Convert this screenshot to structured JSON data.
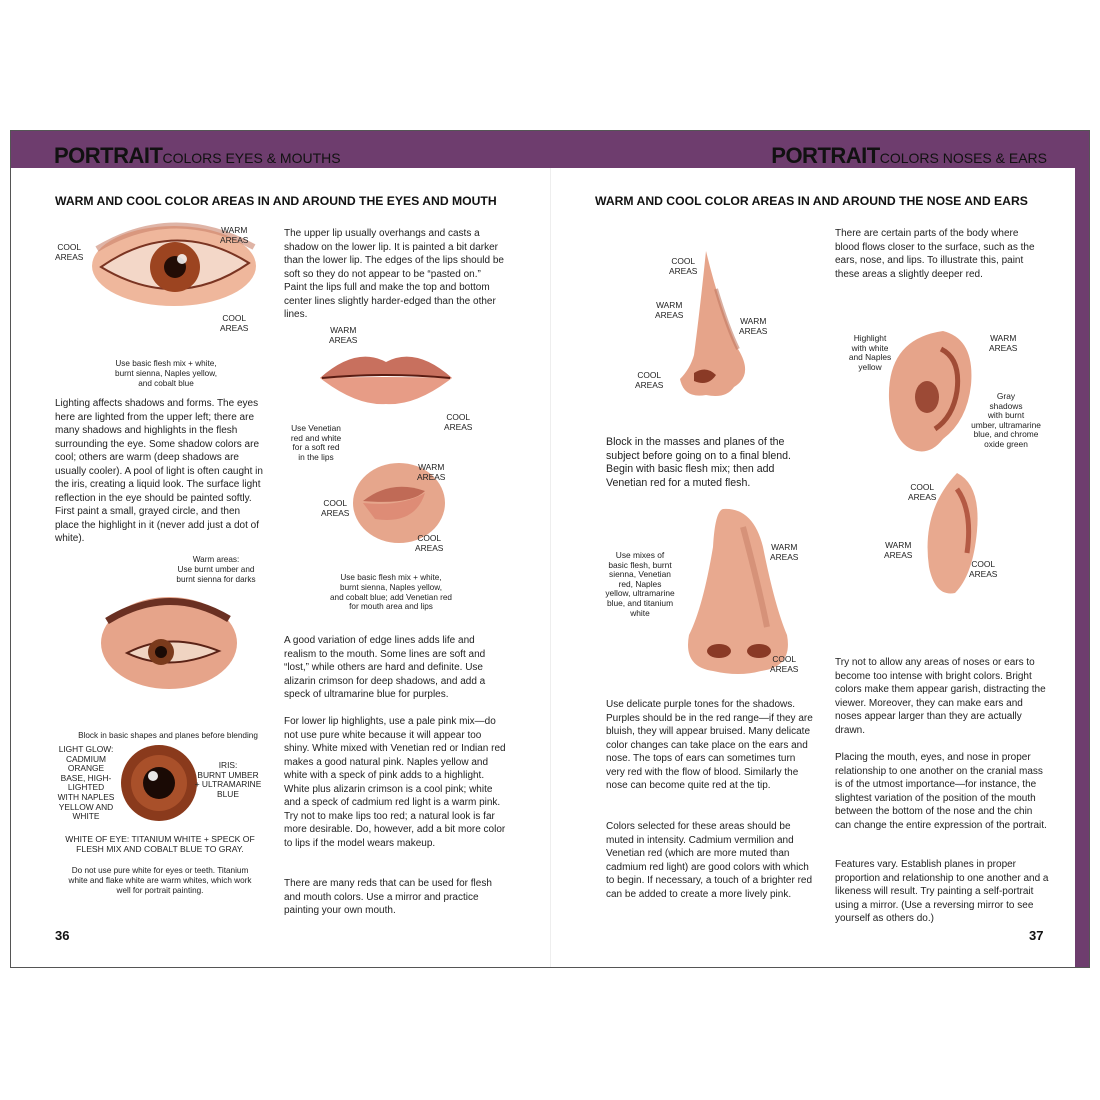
{
  "left_page": {
    "header_bold": "PORTRAIT",
    "header_light": "COLORS EYES & MOUTHS",
    "heading": "WARM AND COOL COLOR AREAS IN AND AROUND THE EYES AND MOUTH",
    "page_number": "36",
    "eye1_labels": {
      "cool_left": "COOL\nAREAS",
      "warm": "WARM\nAREAS",
      "cool_right": "COOL\nAREAS"
    },
    "eye1_caption": "Use basic flesh mix + white,\nburnt sienna, Naples yellow,\nand cobalt blue",
    "para_lighting": "Lighting affects shadows and forms. The eyes here are lighted from the upper left; there are many shadows and highlights in the flesh surrounding the eye. Some shadow colors are cool; others are warm (deep shadows are usually cooler). A pool of light is often caught in the iris, creating a liquid look. The surface light reflection in the eye should be painted softly. First paint a small, grayed circle, and then place the highlight in it (never add just a dot of white).",
    "eye2_top_caption": "Warm areas:\nUse burnt umber and\nburnt sienna for darks",
    "eye2_caption": "Block in basic shapes and planes before blending",
    "light_glow": "LIGHT GLOW:\nCADMIUM\nORANGE\nBASE, HIGH-\nLIGHTED\nWITH NAPLES\nYELLOW AND\nWHITE",
    "iris_label": "IRIS:\nBURNT UMBER\n+ ULTRAMARINE\nBLUE",
    "white_of_eye": "WHITE OF EYE: TITANIUM WHITE + SPECK OF\nFLESH MIX AND COBALT BLUE TO GRAY.",
    "pure_white_note": "Do not use pure white for eyes or teeth. Titanium\nwhite and flake white are warm whites, which work\nwell for portrait painting.",
    "para_upper_lip": "The upper lip usually overhangs and casts a shadow on the lower lip. It is painted a bit darker than the lower lip. The edges of the lips should be soft so they do not appear to be “pasted on.” Paint the lips full and make the top and bottom center lines slightly harder-edged than the other lines.",
    "lips1_labels": {
      "warm": "WARM\nAREAS",
      "cool": "COOL\nAREAS",
      "venetian": "Use Venetian\nred and white\nfor a soft red\nin the lips"
    },
    "lips2_labels": {
      "warm": "WARM\nAREAS",
      "cool_left": "COOL\nAREAS",
      "cool_right": "COOL\nAREAS"
    },
    "lips_caption": "Use basic flesh mix + white,\nburnt sienna, Naples yellow,\nand cobalt blue; add Venetian red\nfor mouth area and lips",
    "para_edges": "A good variation of edge lines adds life and realism to the mouth. Some lines are soft and “lost,” while others are hard and definite. Use alizarin crimson for deep shadows, and add a speck of ultramarine blue for purples.",
    "para_lower_lip": "For lower lip highlights, use a pale pink mix—do not use pure white because it will appear too shiny. White mixed with Venetian red or Indian red makes a good natural pink. Naples yellow and white with a speck of pink adds to a highlight. White plus alizarin crimson is a cool pink; white and a speck of cadmium red light is a warm pink. Try not to make lips too red; a natural look is far more desirable. Do, however, add a bit more color to lips if the model wears makeup.",
    "para_reds": "There are many reds that can be used for flesh and mouth colors. Use a mirror and practice painting your own mouth."
  },
  "right_page": {
    "header_bold": "PORTRAIT",
    "header_light": "COLORS NOSES & EARS",
    "heading": "WARM AND COOL COLOR AREAS IN AND AROUND THE NOSE AND EARS",
    "page_number": "37",
    "nose1_labels": {
      "cool_top": "COOL\nAREAS",
      "warm_left": "WARM\nAREAS",
      "warm_right": "WARM\nAREAS",
      "cool_bottom": "COOL\nAREAS"
    },
    "para_block": "Block in the masses and planes of the subject before going on to a final blend. Begin with basic flesh mix; then add Venetian red for a muted flesh.",
    "nose2_labels": {
      "mixes": "Use mixes of\nbasic flesh, burnt\nsienna, Venetian\nred, Naples\nyellow, ultramarine\nblue, and titanium\nwhite",
      "warm": "WARM\nAREAS",
      "cool": "COOL\nAREAS"
    },
    "para_purple": "Use delicate purple tones for the shadows. Purples should be in the red range—if they are bluish, they will appear bruised. Many delicate color changes can take place on the ears and nose. The tops of ears can sometimes turn very red with the flow of blood. Similarly the nose can become quite red at the tip.",
    "para_colors": "Colors selected for these areas should be muted in intensity. Cadmium vermilion and Venetian red (which are more muted than cadmium red light) are good colors with which to begin. If necessary, a touch of a brighter red can be added to create a more lively pink.",
    "para_blood": "There are certain parts of the body where blood flows closer to the surface, such as the ears, nose, and lips. To illustrate this, paint these areas a slightly deeper red.",
    "ear1_labels": {
      "highlight": "Highlight\nwith white\nand Naples\nyellow",
      "warm": "WARM\nAREAS",
      "gray": "Gray\nshadows\nwith burnt\number, ultramarine\nblue, and chrome\noxide green"
    },
    "ear2_labels": {
      "cool": "COOL\nAREAS",
      "warm": "WARM\nAREAS",
      "cool_right": "COOL\nAREAS"
    },
    "para_intense": "Try not to allow any areas of noses or ears to become too intense with bright colors. Bright colors make them appear garish, distracting the viewer. Moreover, they can make ears and noses appear larger than they are actually drawn.",
    "para_placing": "Placing the mouth, eyes, and nose in proper relationship to one another on the cranial mass is of the utmost importance—for instance, the slightest variation of the position of the mouth between the bottom of the nose and the chin can change the entire expression of the portrait.",
    "para_features": "Features vary. Establish planes in proper proportion and relationship to one another and a likeness will result. Try painting a self-portrait using a mirror. (Use a reversing mirror to see yourself as others do.)"
  },
  "colors": {
    "band": "#6e3d6e",
    "flesh": "#e8a98f",
    "flesh_dark": "#b8614a",
    "iris": "#8a3a1c"
  }
}
